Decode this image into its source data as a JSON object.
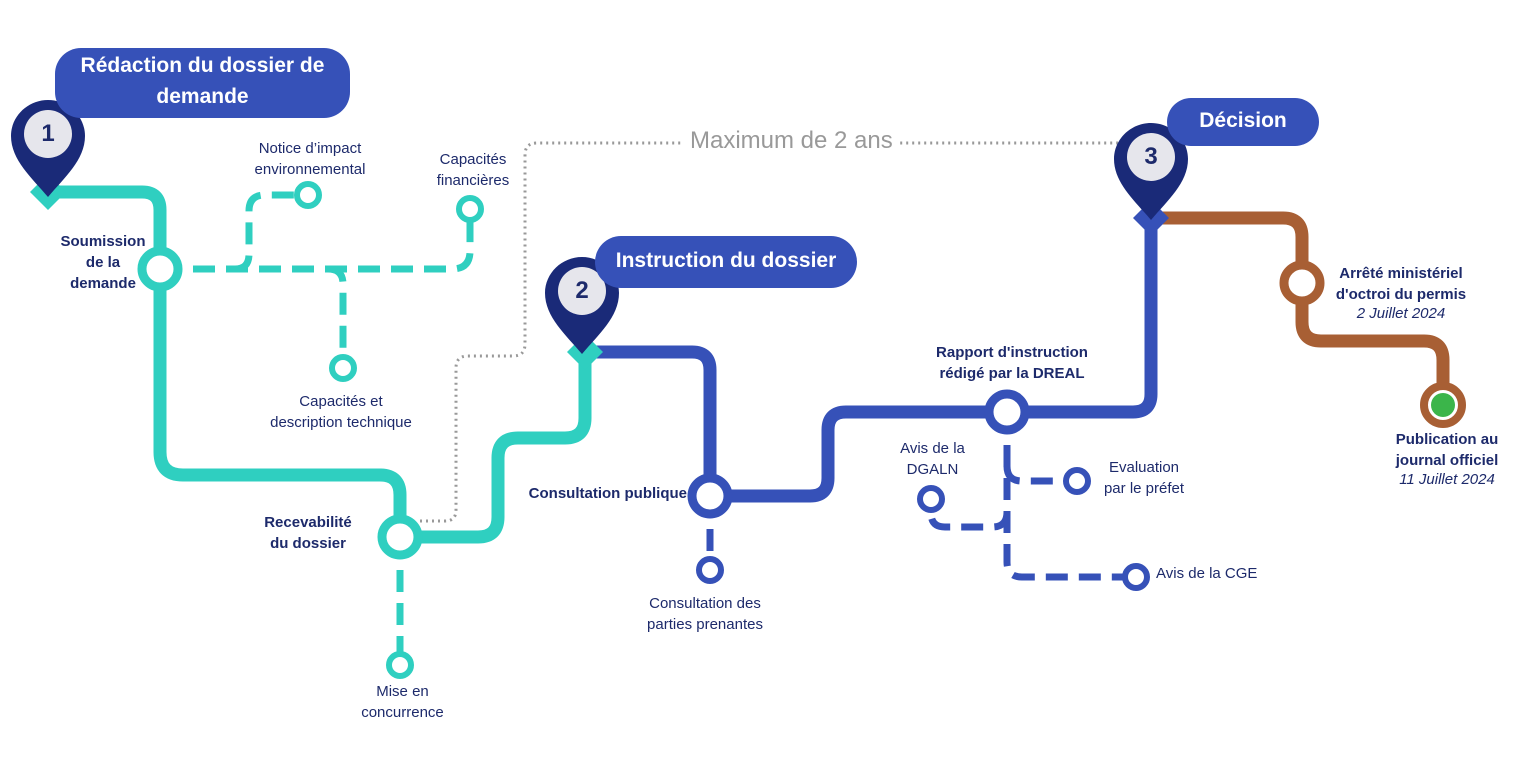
{
  "stages": [
    {
      "number": "1",
      "title_lines": [
        "Rédaction du dossier de",
        "demande"
      ]
    },
    {
      "number": "2",
      "title_lines": [
        "Instruction du dossier"
      ]
    },
    {
      "number": "3",
      "title_lines": [
        "Décision"
      ]
    }
  ],
  "duration_label": "Maximum de 2 ans",
  "steps": {
    "soumission": [
      "Soumission",
      "de la",
      "demande"
    ],
    "notice": [
      "Notice d’impact",
      "environnemental"
    ],
    "capacites_fin": [
      "Capacités",
      "financières"
    ],
    "capacites_tech": [
      "Capacités et",
      "description technique"
    ],
    "recevabilite": [
      "Recevabilité",
      "du dossier"
    ],
    "mise_en_concurrence": [
      "Mise en",
      "concurrence"
    ],
    "consultation_publique": [
      "Consultation publique"
    ],
    "consultation_parties": [
      "Consultation des",
      "parties prenantes"
    ],
    "rapport": [
      "Rapport d'instruction",
      "rédigé par la DREAL"
    ],
    "avis_dgaln": [
      "Avis de la",
      "DGALN"
    ],
    "evaluation_prefet": [
      "Evaluation",
      "par le préfet"
    ],
    "avis_cge": [
      "Avis de la CGE"
    ],
    "arrete": {
      "lines": [
        "Arrêté ministériel",
        "d'octroi du permis"
      ],
      "date": "2 Juillet 2024"
    },
    "publication": {
      "lines": [
        "Publication au",
        "journal officiel"
      ],
      "date": "11 Juillet 2024"
    }
  },
  "colors": {
    "stage1_line": "#2fcfc0",
    "stage2_line": "#3651b8",
    "stage3_line": "#a85f34",
    "pin": "#1a2a78",
    "stage_label_bg": "#3651b8",
    "final_dot": "#3bb54a",
    "duration_line": "#999999"
  },
  "icons": [
    "map-pin-icon"
  ]
}
